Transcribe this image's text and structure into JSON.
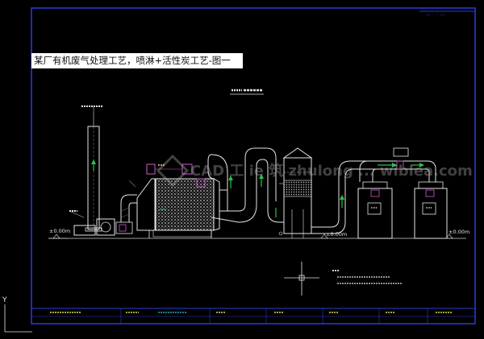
{
  "caption": "某厂有机废气处理工艺，喷淋+活性炭工艺-图一",
  "watermark": "CAD 工 ie 筑 zhulong ... wiblea.com",
  "elevations": [
    "±0.00m",
    "±0.00m",
    "±0.00m"
  ],
  "axis_y_label": "Y",
  "colors": {
    "background": "#000000",
    "frame": "#2a3cd8",
    "lines": "#e6e6e6",
    "green": "#22c84a",
    "magenta": "#d05ad0",
    "yellow": "#e4d84a",
    "cyan": "#30c8d8"
  }
}
